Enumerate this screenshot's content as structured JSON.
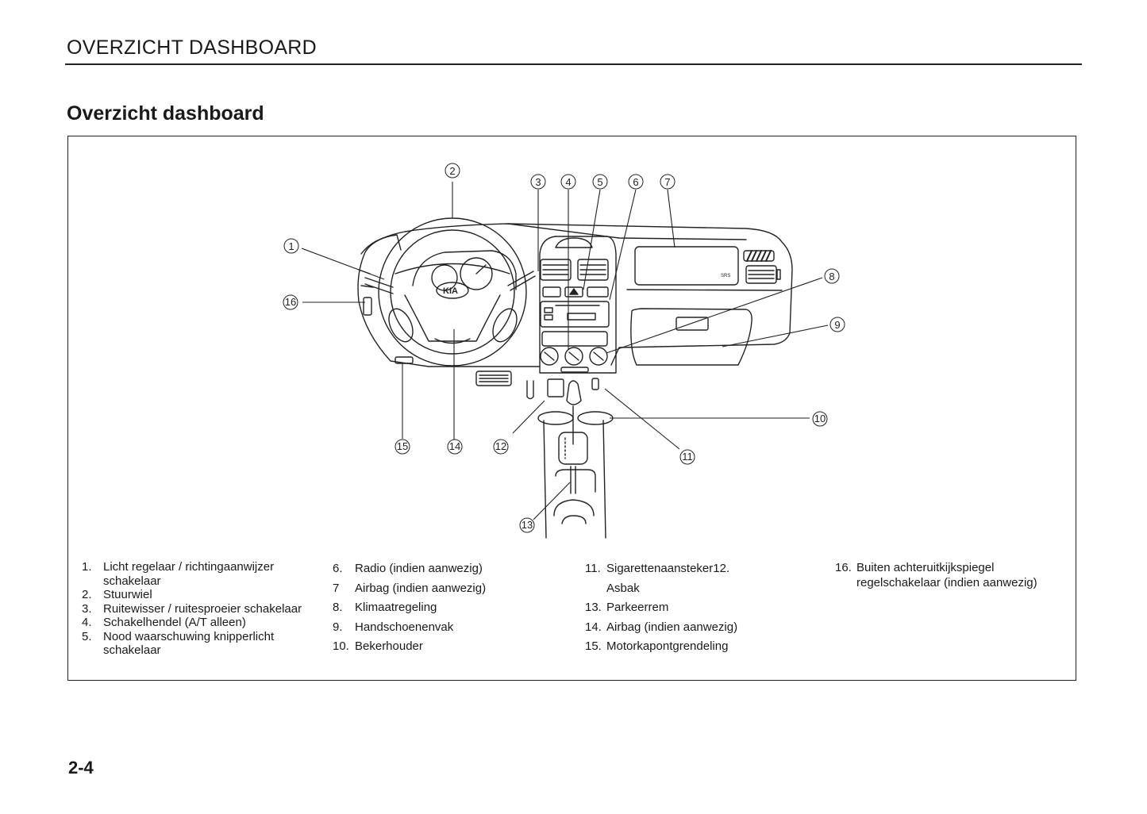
{
  "header": {
    "section_title": "OVERZICHT DASHBOARD",
    "page_heading": "Overzicht dashboard"
  },
  "figure": {
    "description": "Line drawing of a KIA car dashboard with numbered callouts",
    "steering_wheel_logo": "KIA",
    "airbag_label": "SRS",
    "callouts": [
      "1",
      "2",
      "3",
      "4",
      "5",
      "6",
      "7",
      "8",
      "9",
      "10",
      "11",
      "12",
      "13",
      "14",
      "15",
      "16"
    ]
  },
  "legend": {
    "column1": [
      {
        "num": "1.",
        "text": "Licht regelaar / richtingaanwijzer schakelaar"
      },
      {
        "num": "2.",
        "text": "Stuurwiel"
      },
      {
        "num": "3.",
        "text": "Ruitewisser / ruitesproeier schakelaar"
      },
      {
        "num": "4.",
        "text": "Schakelhendel (A/T alleen)"
      },
      {
        "num": "5.",
        "text": "Nood waarschuwing knipperlicht schakelaar"
      }
    ],
    "column2": [
      {
        "num": "6.",
        "text": "Radio (indien aanwezig)"
      },
      {
        "num": "7",
        "text": "Airbag (indien aanwezig)"
      },
      {
        "num": "8.",
        "text": "Klimaatregeling"
      },
      {
        "num": "9.",
        "text": "Handschoenenvak"
      },
      {
        "num": "10.",
        "text": "Bekerhouder"
      }
    ],
    "column3": [
      {
        "num": "11.",
        "text": "Sigarettenaansteker12. Asbak"
      },
      {
        "num": "13.",
        "text": "Parkeerrem"
      },
      {
        "num": "14.",
        "text": "Airbag (indien aanwezig)"
      },
      {
        "num": "15.",
        "text": "Motorkapontgrendeling"
      }
    ],
    "column4": [
      {
        "num": "16.",
        "text": "Buiten achteruitkijkspiegel regelschakelaar (indien aanwezig)"
      }
    ]
  },
  "footer": {
    "page_number": "2-4"
  }
}
